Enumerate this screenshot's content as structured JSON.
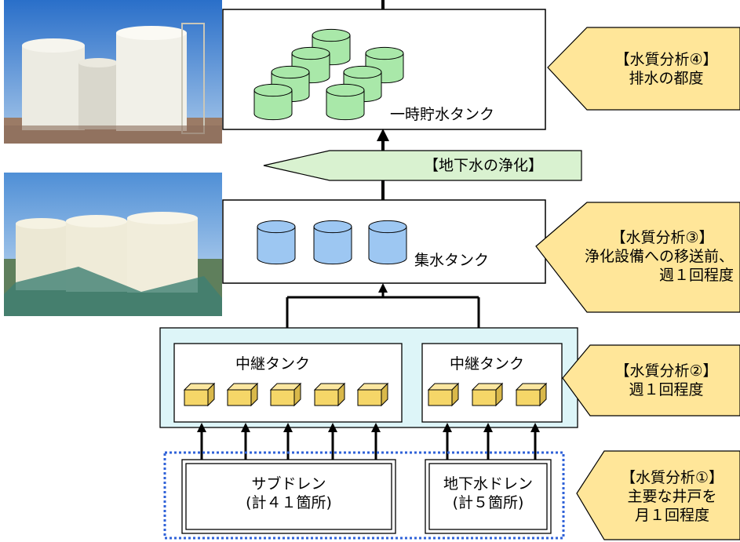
{
  "storage_tank": {
    "label": "一時貯水タンク"
  },
  "purification": {
    "label": "【地下水の浄化】"
  },
  "collection_tank": {
    "label": "集水タンク"
  },
  "relay_tank_left": {
    "label": "中継タンク"
  },
  "relay_tank_right": {
    "label": "中継タンク"
  },
  "subdrain": {
    "line1": "サブドレン",
    "line2": "(計４１箇所)"
  },
  "groundwater_drain": {
    "line1": "地下水ドレン",
    "line2": "(計５箇所)"
  },
  "analysis": [
    {
      "lines": [
        "【水質分析④】",
        "排水の都度"
      ]
    },
    {
      "lines": [
        "【水質分析③】",
        "浄化設備への移送前、",
        "週１回程度"
      ]
    },
    {
      "lines": [
        "【水質分析②】",
        "週１回程度"
      ]
    },
    {
      "lines": [
        "【水質分析①】",
        "主要な井戸を",
        "月１回程度"
      ]
    }
  ],
  "colors": {
    "yellow_arrow": "#FFE699",
    "green_band": "#D9F2D0",
    "relay_area": "#DDF5F8",
    "cylinder_green": "#A9E8A9",
    "cylinder_blue": "#9DC7F2",
    "block_yellow": "#F5D668",
    "dotted_border": "#2F62D8"
  }
}
